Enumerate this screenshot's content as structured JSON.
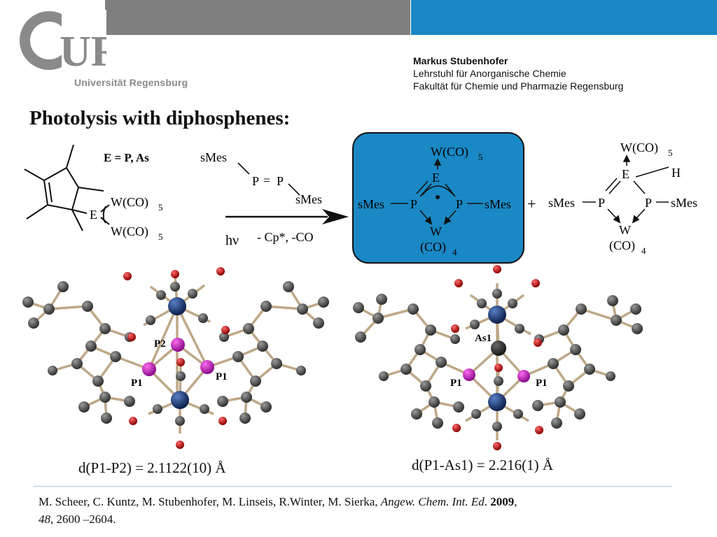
{
  "header": {
    "logo_letters": "UR",
    "logo_text": "Universität Regensburg",
    "author_name": "Markus Stubenhofer",
    "author_chair": "Lehrstuhl für Anorganische Chemie",
    "author_faculty": "Fakultät für Chemie und Pharmazie Regensburg",
    "colors": {
      "gray_bar": "#7f7f7f",
      "blue_bar": "#1a88c4",
      "box_fill": "#1a88c4"
    }
  },
  "title": "Photolysis with diphosphenes:",
  "scheme": {
    "reactant_label": "E = P, As",
    "reactant_e": "E",
    "reactant_w1": "W(CO)",
    "reactant_w1_sub": "5",
    "reactant_w2": "W(CO)",
    "reactant_w2_sub": "5",
    "diphosphene_smes_top": "sMes",
    "diphosphene_p1": "P",
    "diphosphene_eq": "=",
    "diphosphene_p2": "P",
    "diphosphene_smes_bottom": "sMes",
    "arrow_hv": "hν",
    "arrow_conditions": "- Cp*, -CO",
    "product1": {
      "wco": "W(CO)",
      "wco_sub": "5",
      "e": "E",
      "p_left": "P",
      "p_right": "P",
      "smes_left": "sMes",
      "smes_right": "sMes",
      "w": "W",
      "co": "(CO)",
      "co_sub": "4"
    },
    "plus": "+",
    "product2": {
      "wco": "W(CO)",
      "wco_sub": "5",
      "e": "E",
      "h": "H",
      "p_left": "P",
      "p_right": "P",
      "smes_left": "sMes",
      "smes_right": "sMes",
      "w": "W",
      "co": "(CO)",
      "co_sub": "4"
    }
  },
  "structures": {
    "left_labels": [
      "P2",
      "P1",
      "P1"
    ],
    "right_labels": [
      "As1",
      "P1",
      "P1"
    ]
  },
  "distance_left": "d(P1-P2) = 2.1122(10) Å",
  "distance_right": "d(P1-As1) = 2.216(1) Å",
  "citation": {
    "authors": "M. Scheer, C. Kuntz, M. Stubenhofer, M. Linseis, R.Winter, M. Sierka, ",
    "journal": "Angew. Chem. Int. Ed",
    "sep1": ". ",
    "year": "2009",
    "sep2": ", ",
    "volume": "48",
    "pages": ", 2600 –2604."
  }
}
